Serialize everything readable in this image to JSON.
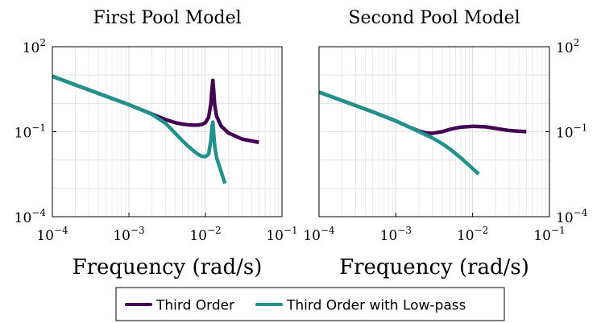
{
  "chart_data": [
    {
      "type": "line",
      "title": "First Pool Model",
      "xlabel": "Frequency (rad/s)",
      "ylabel": "",
      "x_scale": "log",
      "y_scale": "log",
      "xlim": [
        0.0001,
        0.1
      ],
      "ylim": [
        0.0001,
        100
      ],
      "x_ticks": [
        0.0001,
        0.001,
        0.01,
        0.1
      ],
      "x_tick_labels": [
        {
          "base": "10",
          "exp": "−4"
        },
        {
          "base": "10",
          "exp": "−3"
        },
        {
          "base": "10",
          "exp": "−2"
        },
        {
          "base": "10",
          "exp": "−1"
        }
      ],
      "y_ticks": [
        0.0001,
        0.1,
        100
      ],
      "y_tick_labels": [
        {
          "base": "10",
          "exp": "−4"
        },
        {
          "base": "10",
          "exp": "−1"
        },
        {
          "base": "10",
          "exp": "2"
        }
      ],
      "y_tick_side": "left",
      "grid": true,
      "series": [
        {
          "name": "Third Order",
          "color": "#440154",
          "x": [
            0.0001,
            0.0002,
            0.0005,
            0.001,
            0.002,
            0.003,
            0.004,
            0.005,
            0.006,
            0.007,
            0.008,
            0.009,
            0.01,
            0.011,
            0.0118,
            0.0122,
            0.0125,
            0.0128,
            0.0132,
            0.014,
            0.016,
            0.02,
            0.03,
            0.05
          ],
          "y": [
            9.0,
            4.5,
            1.8,
            0.9,
            0.42,
            0.27,
            0.21,
            0.185,
            0.175,
            0.17,
            0.172,
            0.18,
            0.21,
            0.32,
            1.0,
            3.5,
            6.5,
            3.0,
            0.9,
            0.35,
            0.16,
            0.09,
            0.055,
            0.042
          ]
        },
        {
          "name": "Third Order with Low-pass",
          "color": "#21918c",
          "x": [
            0.0001,
            0.0002,
            0.0005,
            0.001,
            0.002,
            0.003,
            0.004,
            0.005,
            0.006,
            0.007,
            0.008,
            0.009,
            0.01,
            0.011,
            0.0118,
            0.0122,
            0.0125,
            0.0128,
            0.0133,
            0.014,
            0.016,
            0.018
          ],
          "y": [
            9.0,
            4.5,
            1.8,
            0.9,
            0.41,
            0.2,
            0.09,
            0.048,
            0.03,
            0.021,
            0.016,
            0.0135,
            0.013,
            0.016,
            0.05,
            0.15,
            0.22,
            0.09,
            0.028,
            0.012,
            0.004,
            0.0015
          ]
        }
      ]
    },
    {
      "type": "line",
      "title": "Second Pool Model",
      "xlabel": "Frequency (rad/s)",
      "ylabel": "",
      "x_scale": "log",
      "y_scale": "log",
      "xlim": [
        0.0001,
        0.1
      ],
      "ylim": [
        0.0001,
        100
      ],
      "x_ticks": [
        0.0001,
        0.001,
        0.01,
        0.1
      ],
      "x_tick_labels": [
        {
          "base": "10",
          "exp": "−4"
        },
        {
          "base": "10",
          "exp": "−3"
        },
        {
          "base": "10",
          "exp": "−2"
        },
        {
          "base": "10",
          "exp": "−1"
        }
      ],
      "y_ticks": [
        0.0001,
        0.1,
        100
      ],
      "y_tick_labels": [
        {
          "base": "10",
          "exp": "−4"
        },
        {
          "base": "10",
          "exp": "−1"
        },
        {
          "base": "10",
          "exp": "2"
        }
      ],
      "y_tick_side": "right",
      "grid": true,
      "series": [
        {
          "name": "Third Order",
          "color": "#440154",
          "x": [
            0.0001,
            0.0002,
            0.0005,
            0.001,
            0.0015,
            0.002,
            0.0025,
            0.003,
            0.004,
            0.005,
            0.007,
            0.01,
            0.015,
            0.02,
            0.03,
            0.05
          ],
          "y": [
            2.5,
            1.25,
            0.5,
            0.24,
            0.145,
            0.105,
            0.09,
            0.088,
            0.1,
            0.12,
            0.145,
            0.155,
            0.148,
            0.13,
            0.11,
            0.1
          ]
        },
        {
          "name": "Third Order with Low-pass",
          "color": "#21918c",
          "x": [
            0.0001,
            0.0002,
            0.0005,
            0.001,
            0.0015,
            0.002,
            0.003,
            0.004,
            0.005,
            0.007,
            0.01,
            0.012
          ],
          "y": [
            2.5,
            1.25,
            0.5,
            0.24,
            0.145,
            0.1,
            0.06,
            0.038,
            0.025,
            0.012,
            0.005,
            0.0032
          ]
        }
      ]
    }
  ],
  "legend": {
    "placement": "bottom-center",
    "entries": [
      {
        "label": "Third Order",
        "color": "#440154"
      },
      {
        "label": "Third Order with Low-pass",
        "color": "#21918c"
      }
    ]
  }
}
